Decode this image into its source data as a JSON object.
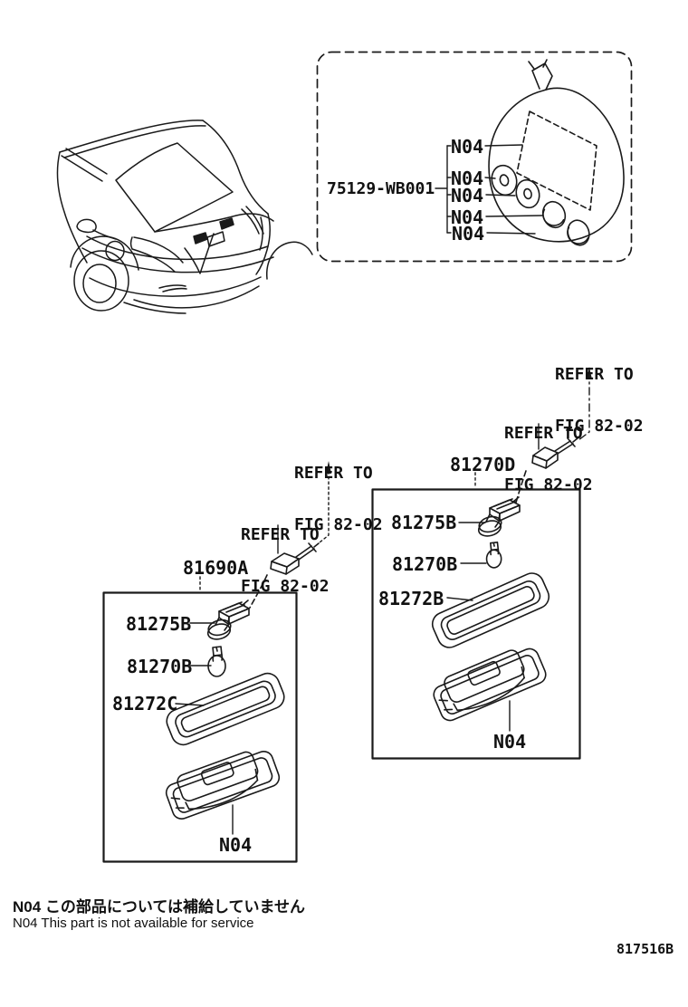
{
  "figure": {
    "code": "817516B",
    "footnote_jp": "N04 この部品については補給していません",
    "footnote_en": "N04 This part is not available for service",
    "ink_color": "#1a1a1a"
  },
  "refer_note": {
    "line1": "REFER TO",
    "line2": "FIG 82-02"
  },
  "kit": {
    "part_number": "75129-WB001",
    "item_tags": [
      "N04",
      "N04",
      "N04",
      "N04",
      "N04"
    ]
  },
  "left_assembly": {
    "label": "81690A",
    "socket": "81275B",
    "bulb": "81270B",
    "gasket": "81272C",
    "housing_tag": "N04"
  },
  "right_assembly": {
    "label": "81270D",
    "socket": "81275B",
    "bulb": "81270B",
    "gasket": "81272B",
    "housing_tag": "N04"
  }
}
